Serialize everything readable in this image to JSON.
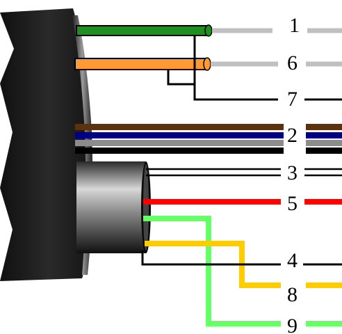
{
  "labels": {
    "wire_1": "1",
    "wire_6": "6",
    "wire_7": "7",
    "wire_2": "2",
    "wire_3": "3",
    "wire_5": "5",
    "wire_4": "4",
    "wire_8": "8",
    "wire_9": "9"
  },
  "colors": {
    "green": "#1f8f1f",
    "orange": "#ff9933",
    "brown": "#5a3210",
    "blue": "#000080",
    "gray": "#8c8c8c",
    "lightgray": "#c0c0c0",
    "black": "#000000",
    "red": "#ff0000",
    "yellow": "#ffcc00",
    "lightgreen": "#66ff66"
  }
}
